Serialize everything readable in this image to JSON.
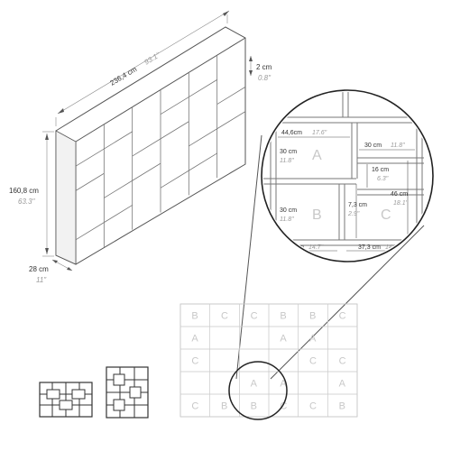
{
  "main": {
    "width_cm": "236,4 cm",
    "width_in": "93.1\"",
    "height_cm": "160,8 cm",
    "height_in": "63.3\"",
    "depth_cm": "28 cm",
    "depth_in": "11\"",
    "thick_cm": "2 cm",
    "thick_in": "0.8\""
  },
  "detail": {
    "a_width_cm": "44,6cm",
    "a_width_in": "17.6\"",
    "a_height_cm": "30 cm",
    "a_height_in": "11.8\"",
    "b_height_cm": "30 cm",
    "b_height_in": "11.8\"",
    "side_width_cm": "30 cm",
    "side_width_in": "11.8\"",
    "small_h_cm": "16 cm",
    "small_h_in": "6.3\"",
    "c_height_cm": "46 cm",
    "c_height_in": "18.1\"",
    "gap_cm": "7,3 cm",
    "gap_in": "2.9\"",
    "b_width_cm": "37,3 cm",
    "b_width_in": "14.7\"",
    "c_width_cm": "37,3 cm",
    "c_width_in": "14.7\"",
    "label_a": "A",
    "label_b": "B",
    "label_c": "C"
  },
  "grid_rows": [
    [
      "B",
      "C",
      "C",
      "B",
      "B",
      "C"
    ],
    [
      "A",
      "",
      "",
      "A",
      "A",
      ""
    ],
    [
      "C",
      "",
      "",
      "",
      "C",
      "C"
    ],
    [
      "",
      "",
      "A",
      "A",
      "",
      "A"
    ],
    [
      "C",
      "B",
      "B",
      "C",
      "C",
      "B"
    ]
  ]
}
